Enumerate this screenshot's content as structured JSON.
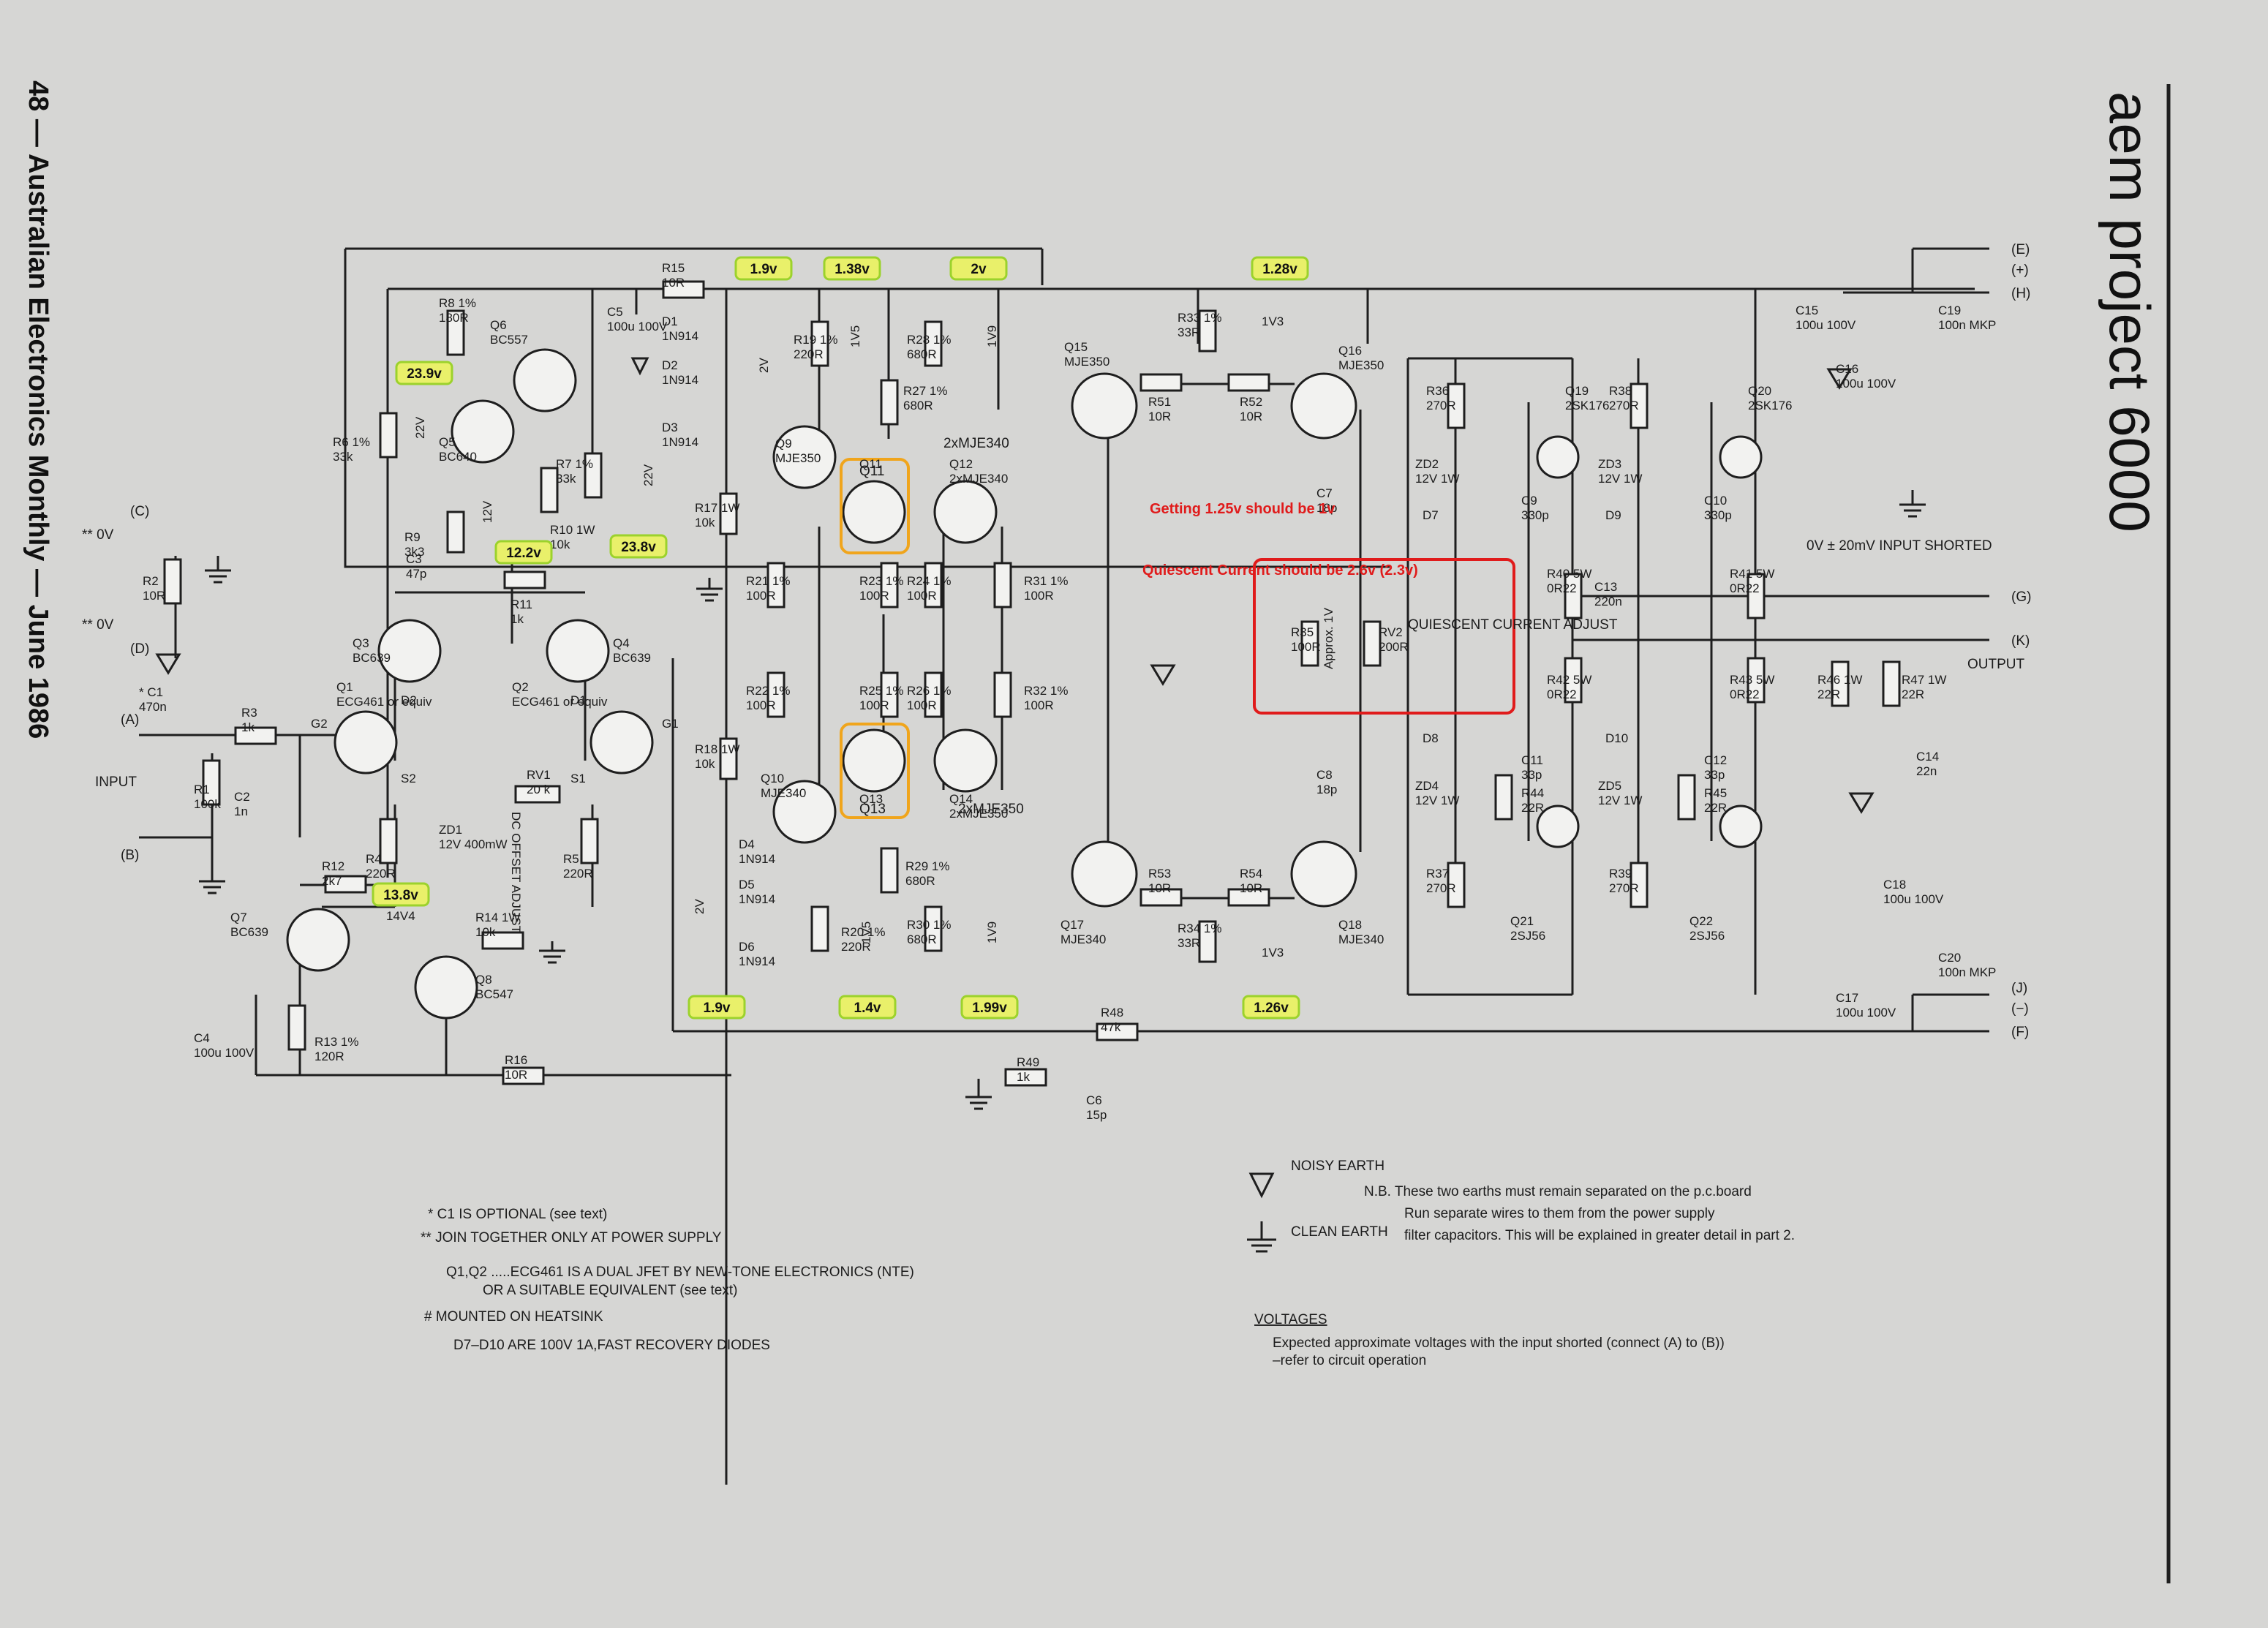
{
  "page": {
    "side_title": "48 — Australian Electronics Monthly — June 1986",
    "brand_title": "aem project 6000"
  },
  "terminals": {
    "E": "(E)",
    "plus": "(+)",
    "H": "(H)",
    "G": "(G)",
    "K": "(K)",
    "output": "OUTPUT",
    "J": "(J)",
    "minus": "(−)",
    "F": "(F)",
    "C": "(C)",
    "D": "(D)",
    "A": "(A)",
    "B": "(B)",
    "input": "INPUT",
    "zero_v_c": "** 0V",
    "zero_v_d": "** 0V"
  },
  "components": [
    {
      "ref": "R15",
      "value": "10R"
    },
    {
      "ref": "C5",
      "value": "100u 100V"
    },
    {
      "ref": "R8 1%",
      "value": "180R"
    },
    {
      "ref": "Q6",
      "value": "BC557"
    },
    {
      "ref": "R6 1%",
      "value": "33k"
    },
    {
      "ref": "Q5",
      "value": "BC640"
    },
    {
      "ref": "R9",
      "value": "3k3"
    },
    {
      "ref": "R10 1W",
      "value": "10k"
    },
    {
      "ref": "R7 1%",
      "value": "33k"
    },
    {
      "ref": "C3",
      "value": "47p"
    },
    {
      "ref": "R11",
      "value": "1k"
    },
    {
      "ref": "Q3",
      "value": "BC639"
    },
    {
      "ref": "Q4",
      "value": "BC639"
    },
    {
      "ref": "Q1",
      "value": "ECG461 or equiv"
    },
    {
      "ref": "Q2",
      "value": "ECG461 or equiv"
    },
    {
      "ref": "R3",
      "value": "1k"
    },
    {
      "ref": "* C1",
      "value": "470n"
    },
    {
      "ref": "R1",
      "value": "100k"
    },
    {
      "ref": "C2",
      "value": "1n"
    },
    {
      "ref": "RV1",
      "value": "20 k"
    },
    {
      "ref": "R4",
      "value": "220R"
    },
    {
      "ref": "R5",
      "value": "220R"
    },
    {
      "ref": "ZD1",
      "value": "12V 400mW"
    },
    {
      "ref": "R12",
      "value": "2k7"
    },
    {
      "ref": "Q7",
      "value": "BC639"
    },
    {
      "ref": "Q8",
      "value": "BC547"
    },
    {
      "ref": "R14 1W",
      "value": "10k"
    },
    {
      "ref": "R13 1%",
      "value": "120R"
    },
    {
      "ref": "C4",
      "value": "100u 100V"
    },
    {
      "ref": "R16",
      "value": "10R"
    },
    {
      "ref": "R2",
      "value": "10R"
    },
    {
      "ref": "D1",
      "value": "1N914"
    },
    {
      "ref": "D2",
      "value": "1N914"
    },
    {
      "ref": "D3",
      "value": "1N914"
    },
    {
      "ref": "D4",
      "value": "1N914"
    },
    {
      "ref": "D5",
      "value": "1N914"
    },
    {
      "ref": "D6",
      "value": "1N914"
    },
    {
      "ref": "R17 1W",
      "value": "10k"
    },
    {
      "ref": "R18 1W",
      "value": "10k"
    },
    {
      "ref": "R19 1%",
      "value": "220R"
    },
    {
      "ref": "R20 1%",
      "value": "220R"
    },
    {
      "ref": "Q9",
      "value": "MJE350"
    },
    {
      "ref": "Q10",
      "value": "MJE340"
    },
    {
      "ref": "Q11",
      "value": ""
    },
    {
      "ref": "Q12",
      "value": "2xMJE340"
    },
    {
      "ref": "Q13",
      "value": ""
    },
    {
      "ref": "Q14",
      "value": "2xMJE350"
    },
    {
      "ref": "R21 1%",
      "value": "100R"
    },
    {
      "ref": "R22 1%",
      "value": "100R"
    },
    {
      "ref": "R23 1%",
      "value": "100R"
    },
    {
      "ref": "R24 1%",
      "value": "100R"
    },
    {
      "ref": "R25 1%",
      "value": "100R"
    },
    {
      "ref": "R26 1%",
      "value": "100R"
    },
    {
      "ref": "R27 1%",
      "value": "680R"
    },
    {
      "ref": "R28 1%",
      "value": "680R"
    },
    {
      "ref": "R29 1%",
      "value": "680R"
    },
    {
      "ref": "R30 1%",
      "value": "680R"
    },
    {
      "ref": "R31 1%",
      "value": "100R"
    },
    {
      "ref": "R32 1%",
      "value": "100R"
    },
    {
      "ref": "Q15",
      "value": "MJE350"
    },
    {
      "ref": "Q16",
      "value": "MJE350"
    },
    {
      "ref": "Q17",
      "value": "MJE340"
    },
    {
      "ref": "Q18",
      "value": "MJE340"
    },
    {
      "ref": "R33 1%",
      "value": "33R"
    },
    {
      "ref": "R34 1%",
      "value": "33R"
    },
    {
      "ref": "R51",
      "value": "10R"
    },
    {
      "ref": "R52",
      "value": "10R"
    },
    {
      "ref": "R53",
      "value": "10R"
    },
    {
      "ref": "R54",
      "value": "10R"
    },
    {
      "ref": "C7",
      "value": "18p"
    },
    {
      "ref": "C8",
      "value": "18p"
    },
    {
      "ref": "R35",
      "value": "100R"
    },
    {
      "ref": "RV2",
      "value": "200R"
    },
    {
      "ref": "R36",
      "value": "270R"
    },
    {
      "ref": "R37",
      "value": "270R"
    },
    {
      "ref": "R38",
      "value": "270R"
    },
    {
      "ref": "R39",
      "value": "270R"
    },
    {
      "ref": "ZD2",
      "value": "12V 1W"
    },
    {
      "ref": "ZD3",
      "value": "12V 1W"
    },
    {
      "ref": "ZD4",
      "value": "12V 1W"
    },
    {
      "ref": "ZD5",
      "value": "12V 1W"
    },
    {
      "ref": "D7",
      "value": ""
    },
    {
      "ref": "D8",
      "value": ""
    },
    {
      "ref": "D9",
      "value": ""
    },
    {
      "ref": "D10",
      "value": ""
    },
    {
      "ref": "C9",
      "value": "330p"
    },
    {
      "ref": "C10",
      "value": "330p"
    },
    {
      "ref": "C11",
      "value": "33p"
    },
    {
      "ref": "C12",
      "value": "33p"
    },
    {
      "ref": "C13",
      "value": "220n"
    },
    {
      "ref": "Q19",
      "value": "2SK176"
    },
    {
      "ref": "Q20",
      "value": "2SK176"
    },
    {
      "ref": "Q21",
      "value": "2SJ56"
    },
    {
      "ref": "Q22",
      "value": "2SJ56"
    },
    {
      "ref": "R40 5W",
      "value": "0R22"
    },
    {
      "ref": "R41 5W",
      "value": "0R22"
    },
    {
      "ref": "R42 5W",
      "value": "0R22"
    },
    {
      "ref": "R43 5W",
      "value": "0R22"
    },
    {
      "ref": "R44",
      "value": "22R"
    },
    {
      "ref": "R45",
      "value": "22R"
    },
    {
      "ref": "R46 1W",
      "value": "22R"
    },
    {
      "ref": "R47 1W",
      "value": "22R"
    },
    {
      "ref": "C14",
      "value": "22n"
    },
    {
      "ref": "C15",
      "value": "100u 100V"
    },
    {
      "ref": "C16",
      "value": "100u 100V"
    },
    {
      "ref": "C17",
      "value": "100u 100V"
    },
    {
      "ref": "C18",
      "value": "100u 100V"
    },
    {
      "ref": "C19",
      "value": "100n MKP"
    },
    {
      "ref": "C20",
      "value": "100n MKP"
    },
    {
      "ref": "R48",
      "value": "47k"
    },
    {
      "ref": "R49",
      "value": "1k"
    },
    {
      "ref": "C6",
      "value": "15p"
    }
  ],
  "labels": {
    "r40_x": "R40",
    "mje": "2xMJE340",
    "mje2": "2xMJE350",
    "dc_offset": "DC OFFSET ADJUST",
    "quiescent": "QUIESCENT CURRENT ADJUST",
    "approx": "Approx. 1V",
    "zero_input_shorted": "0V ± 20mV INPUT SHORTED",
    "q11": "Q11",
    "q13": "Q13",
    "v22_a": "22V",
    "v22_b": "22V",
    "v12": "12V",
    "v2_top": "2V",
    "v1v5_top": "1V5",
    "v1v9_top": "1V9",
    "v2_bot": "2V",
    "v1v5_bot": "1V5",
    "v1v9_bot": "1V9",
    "v1v3_top": "1V3",
    "v1v3_bot": "1V3",
    "v14v4": "14V4",
    "g1": "G1",
    "g2": "G2",
    "s1": "S1",
    "s2": "S2",
    "d1": "D1",
    "d2": "D2"
  },
  "voltage_annotations": [
    {
      "id": "v-r15",
      "text": "1.9v"
    },
    {
      "id": "v-q9",
      "text": "1.38v"
    },
    {
      "id": "v-r28",
      "text": "2v"
    },
    {
      "id": "v-r33",
      "text": "1.28v"
    },
    {
      "id": "v-q6",
      "text": "23.9v"
    },
    {
      "id": "v-c3",
      "text": "12.2v"
    },
    {
      "id": "v-r7",
      "text": "23.8v"
    },
    {
      "id": "v-r12",
      "text": "13.8v"
    },
    {
      "id": "v-d6",
      "text": "1.9v"
    },
    {
      "id": "v-r20",
      "text": "1.4v"
    },
    {
      "id": "v-r30",
      "text": "1.99v"
    },
    {
      "id": "v-r34",
      "text": "1.26v"
    }
  ],
  "red_notes": [
    "Getting 1.25v should be 1v",
    "Quiescent Current should be 2.6v  (2.3v)"
  ],
  "notes": {
    "c1_optional": "* C1 IS OPTIONAL (see text)",
    "join_together": "** JOIN TOGETHER ONLY AT POWER SUPPLY",
    "q1q2_a": "Q1,Q2 .....ECG461 IS A DUAL JFET BY NEW-TONE ELECTRONICS (NTE)",
    "q1q2_b": "OR A SUITABLE EQUIVALENT (see text)",
    "heatsink": "# MOUNTED ON HEATSINK",
    "diodes": "D7–D10 ARE 100V 1A,FAST RECOVERY DIODES",
    "noisy_earth": "NOISY EARTH",
    "clean_earth": "CLEAN EARTH",
    "nb_1": "N.B. These two earths must remain separated on the p.c.board",
    "nb_2": "Run separate wires to them from the power supply",
    "nb_3": "filter capacitors. This will be explained in greater detail in part 2.",
    "voltages_head": "VOLTAGES",
    "voltages_1": "Expected approximate voltages with the input shorted (connect (A) to (B))",
    "voltages_2": "–refer to circuit operation"
  },
  "colors": {
    "background": "#d6d6d4",
    "ink": "#1e1e1e",
    "voltage_highlight": "#e9f06a",
    "voltage_border": "#9cd22c",
    "red_annotation": "#e01b1b",
    "orange_highlight": "#f0a51c"
  }
}
